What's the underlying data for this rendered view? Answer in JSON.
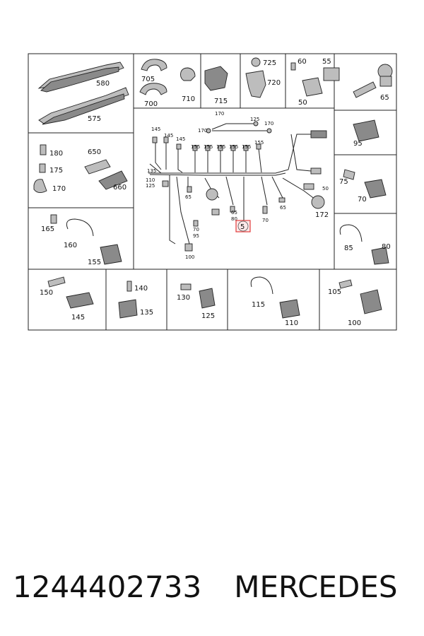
{
  "footer": {
    "part_number": "1244402733",
    "brand": "MERCEDES"
  },
  "highlight": {
    "label": "5",
    "color": "#e23b3b"
  },
  "cells": {
    "c1": [
      "580",
      "575"
    ],
    "c2": [
      "705",
      "700",
      "710",
      "715"
    ],
    "c3": [
      "725",
      "720"
    ],
    "c4": [
      "60",
      "55",
      "50"
    ],
    "c5": [
      "65"
    ],
    "c6": [
      "180",
      "175",
      "170"
    ],
    "c7": [
      "650",
      "660"
    ],
    "c8": [
      "95"
    ],
    "c9": [
      "75",
      "70"
    ],
    "c10": [
      "165",
      "160",
      "155"
    ],
    "c11": [
      "85",
      "80"
    ],
    "c12": [
      "150",
      "145"
    ],
    "c13": [
      "140",
      "135"
    ],
    "c14": [
      "130",
      "125"
    ],
    "c15": [
      "115",
      "110"
    ],
    "c16": [
      "105",
      "100"
    ]
  },
  "harness": {
    "labels": [
      "170",
      "170",
      "125",
      "170",
      "145",
      "145",
      "145",
      "155",
      "155",
      "155",
      "155",
      "155",
      "155",
      "135",
      "110",
      "125",
      "65",
      "50",
      "65",
      "80",
      "70",
      "95",
      "100",
      "65",
      "70",
      "172"
    ]
  }
}
